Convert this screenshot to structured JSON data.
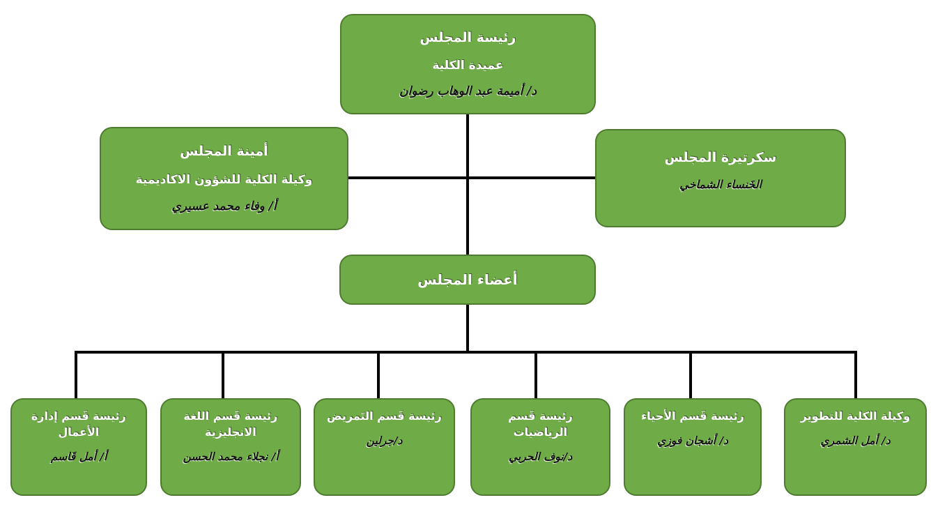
{
  "theme": {
    "box_fill": "#6fac47",
    "box_border": "#4e7b2f",
    "connector_color": "#000000",
    "title_text_color": "#ffffff",
    "name_text_color": "#141414",
    "background": "#ffffff"
  },
  "org_chart": {
    "type": "org-tree",
    "chair": {
      "title": "رئيسة المجلس",
      "subtitle": "عميدة الكلية",
      "name": "د/ أميمة عبد الوهاب رضوان"
    },
    "secretary": {
      "title": "أمينة المجلس",
      "subtitle": "وكيلة الكلية للشؤون الاكاديمية",
      "name": "أ/ وفاء محمد عسيري"
    },
    "clerk": {
      "title": "سكرتيرة المجلس",
      "name": "الخَنساء الشماخي"
    },
    "members": {
      "title": "أعضاء المجلس"
    },
    "departments": [
      {
        "title": "رئيسة قَسم إدارة الأعمال",
        "name": "أ/ أمل قَاسم"
      },
      {
        "title": "رئيسة قَسم اللغة الانجليزية",
        "name": "أ/ نجلاء محمد الحسن"
      },
      {
        "title": "رئيسة قَسم التَمريض",
        "name": "د/جرلين"
      },
      {
        "title": "رئيسة قَسم الرياضيات",
        "name": "د/نوف الحربي"
      },
      {
        "title": "رئيسة  قَسم الأحياء",
        "name": "د/ أشجان فوزي"
      },
      {
        "title": "وكيلة الكلية للتطوير",
        "name": "د/ أمل الشمري"
      }
    ]
  }
}
